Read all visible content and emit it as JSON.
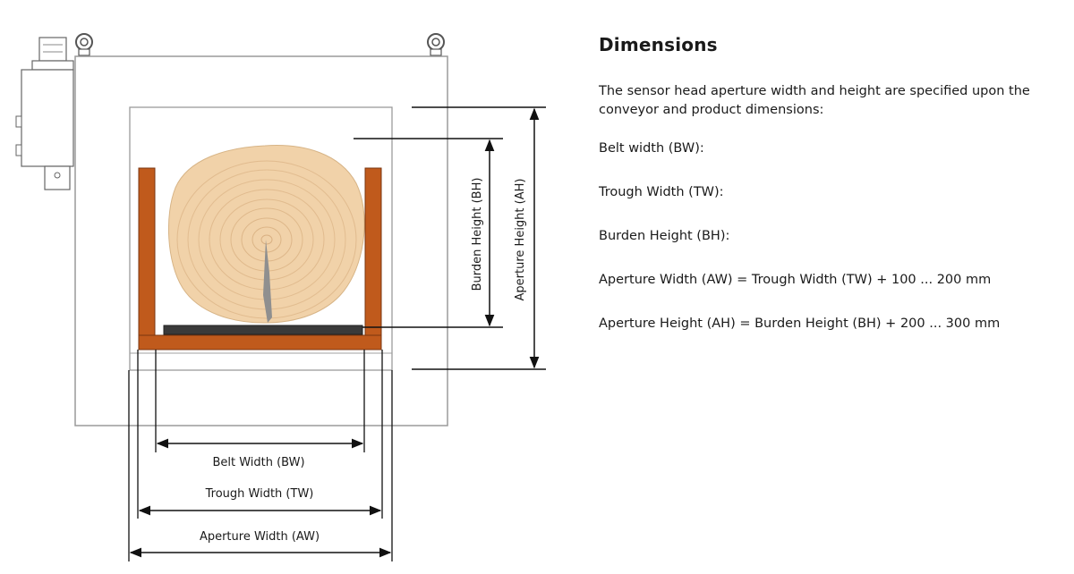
{
  "diagram": {
    "labels": {
      "belt_width": "Belt Width (BW)",
      "trough_width": "Trough Width (TW)",
      "aperture_width": "Aperture Width (AW)",
      "burden_height": "Burden Height (BH)",
      "aperture_height": "Aperture Height (AH)"
    },
    "colors": {
      "trough": "#c05a1c",
      "housing_outline": "#9a9a9a",
      "wood_light": "#f1d2a9",
      "wood_ring": "#d3a878",
      "belt": "#3a3a3a"
    }
  },
  "panel": {
    "title": "Dimensions",
    "intro": "The sensor head aperture width and height are specified upon the conveyor and product dimensions:",
    "items": [
      "Belt width (BW):",
      "Trough Width (TW):",
      "Burden Height (BH):",
      "Aperture Width (AW) = Trough Width (TW) + 100 ... 200 mm",
      "Aperture Height (AH) = Burden Height (BH) + 200 ... 300 mm"
    ]
  }
}
